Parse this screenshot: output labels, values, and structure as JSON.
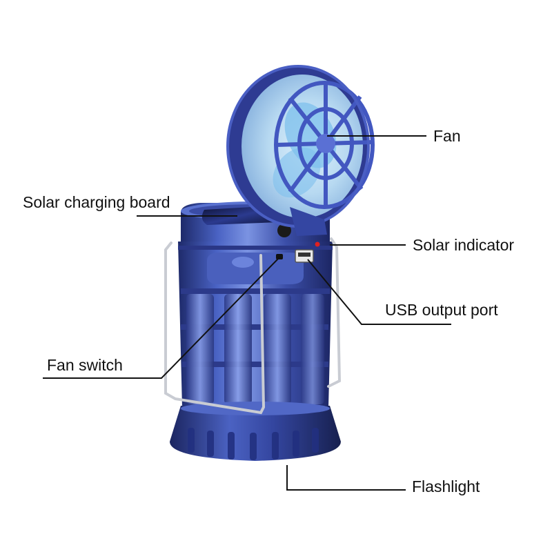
{
  "labels": {
    "fan": "Fan",
    "solar_charging_board": "Solar charging board",
    "solar_indicator": "Solar indicator",
    "usb_output_port": "USB output port",
    "fan_switch": "Fan switch",
    "flashlight": "Flashlight"
  },
  "colors": {
    "body_blue": "#3c4fa8",
    "body_dark": "#232f73",
    "body_light": "#6f86d8",
    "fan_blade": "#a7d4f0",
    "leader_line": "#111111",
    "indicator_red": "#e02020",
    "handle_silver": "#c9ccd3"
  }
}
